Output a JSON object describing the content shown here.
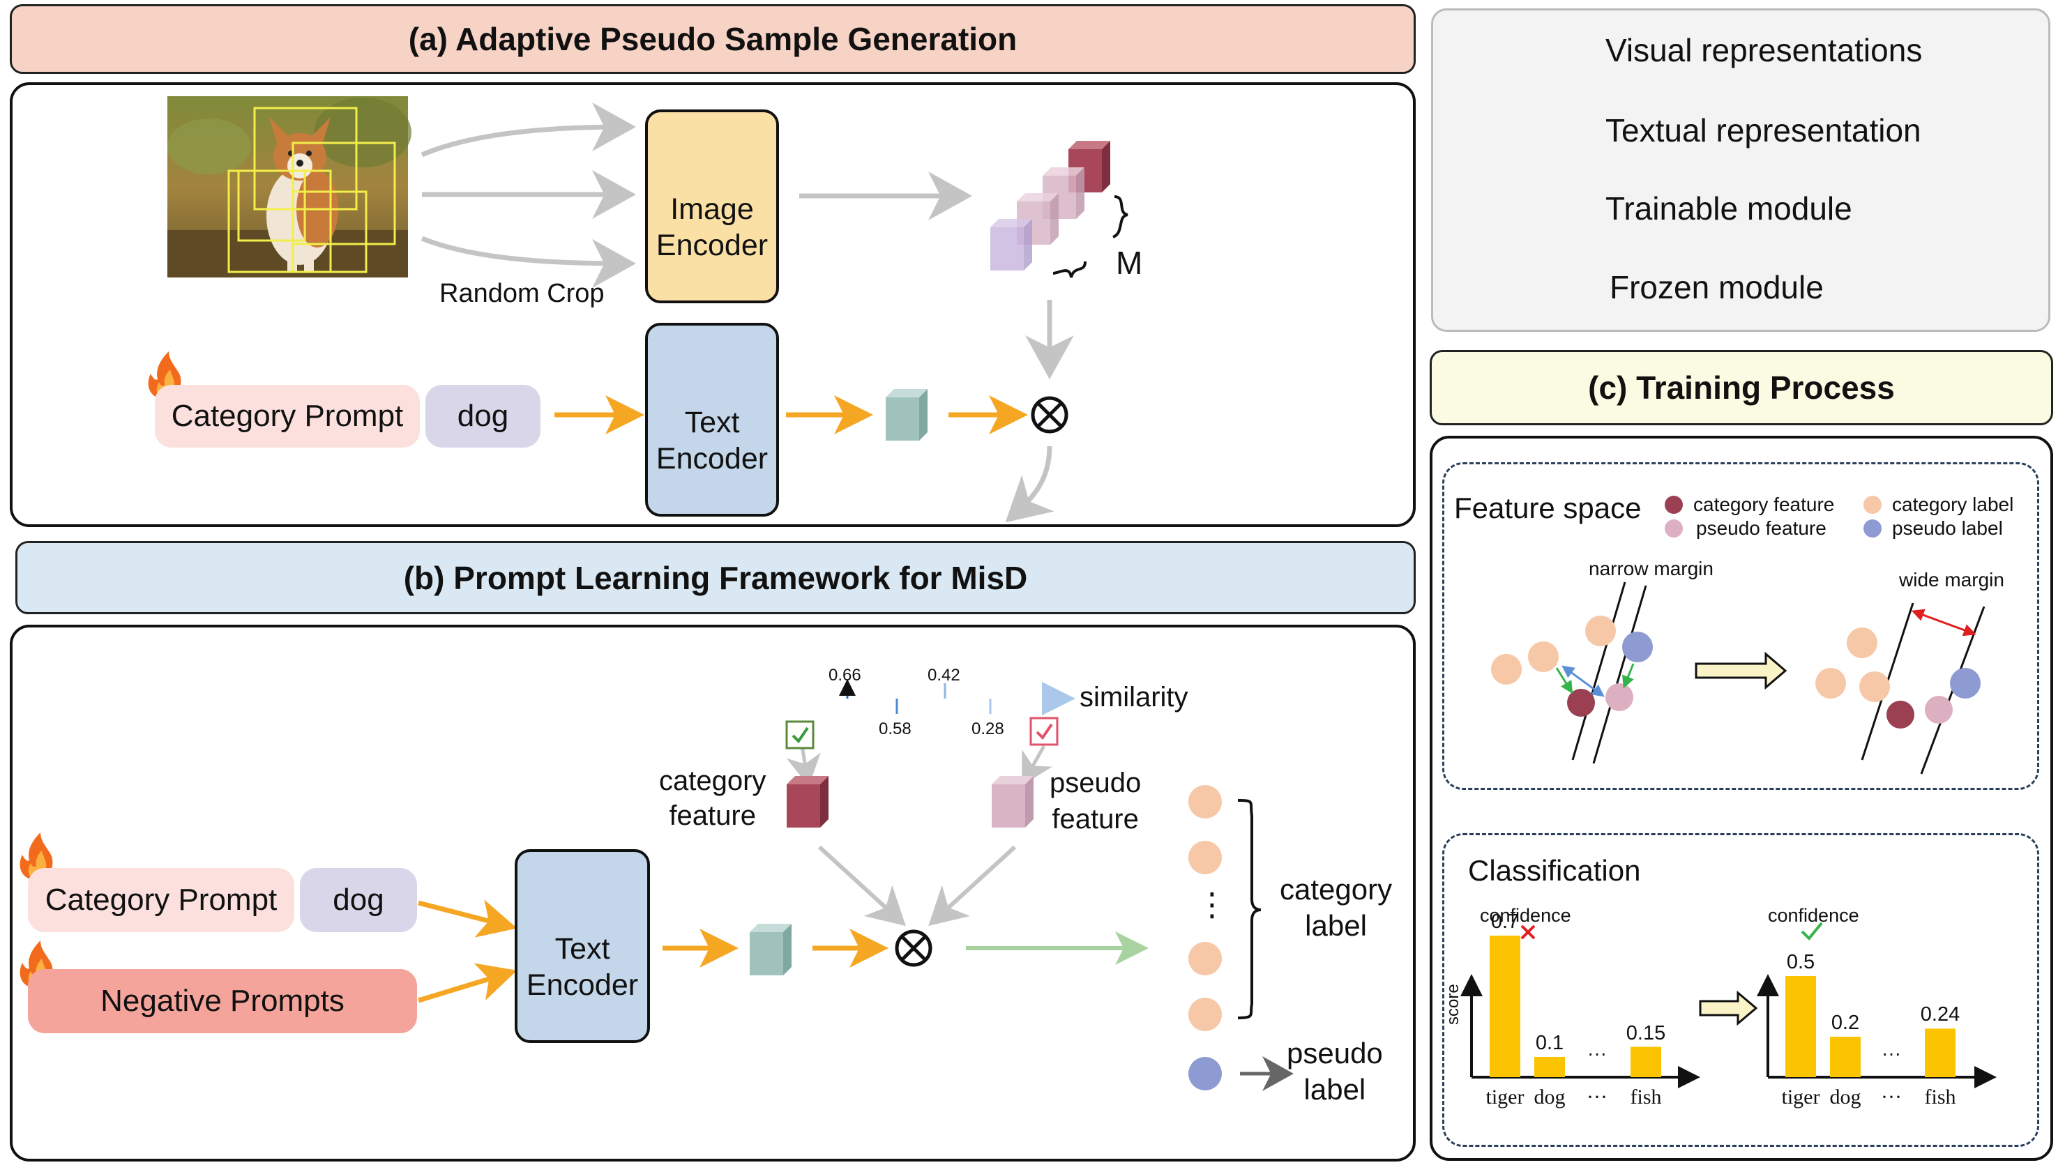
{
  "panel_a": {
    "title": "(a) Adaptive Pseudo Sample Generation",
    "random_crop": "Random Crop",
    "image_encoder": [
      "Image",
      "Encoder"
    ],
    "text_encoder": [
      "Text",
      "Encoder"
    ],
    "m_label": "M",
    "category_prompt": "Category Prompt",
    "class_word": "dog"
  },
  "panel_b": {
    "title": "(b) Prompt Learning Framework for MisD",
    "category_prompt": "Category Prompt",
    "class_word": "dog",
    "negative_prompts": "Negative Prompts",
    "text_encoder": [
      "Text",
      "Encoder"
    ],
    "category_feature": [
      "category",
      "feature"
    ],
    "pseudo_feature": [
      "pseudo",
      "feature"
    ],
    "similarity_label": "similarity",
    "similarity_values": [
      "0.66",
      "0.42",
      "0.58",
      "0.28"
    ],
    "category_label": [
      "category",
      "label"
    ],
    "pseudo_label": [
      "pseudo",
      "label"
    ],
    "dots": "⋮"
  },
  "legend": {
    "items": [
      {
        "icon": "visual-representation-icon",
        "label": "Visual representations"
      },
      {
        "icon": "textual-representation-icon",
        "label": "Textual representation"
      },
      {
        "icon": "fire-icon",
        "label": "Trainable module"
      },
      {
        "icon": "snowflake-icon",
        "label": "Frozen module"
      }
    ]
  },
  "panel_c": {
    "title": "(c) Training Process",
    "feature_space": {
      "title": "Feature space",
      "legend": [
        "category feature",
        "category label",
        "pseudo feature",
        "pseudo label"
      ],
      "narrow_margin": "narrow margin",
      "wide_margin": "wide margin"
    },
    "classification": {
      "title": "Classification",
      "confidence": "confidence",
      "score_axis": "score",
      "before": {
        "categories": [
          "tiger",
          "dog",
          "···",
          "fish"
        ],
        "values": [
          0.7,
          0.1,
          null,
          0.15
        ],
        "labels": [
          "0.7",
          "0.1",
          "···",
          "0.15"
        ]
      },
      "after": {
        "categories": [
          "tiger",
          "dog",
          "···",
          "fish"
        ],
        "values": [
          0.5,
          0.2,
          null,
          0.24
        ],
        "labels": [
          "0.5",
          "0.2",
          "···",
          "0.24"
        ]
      }
    }
  },
  "colors": {
    "panel_a_title_bg": "#f7d3c6",
    "panel_b_title_bg": "#d9e8f2",
    "panel_c_title_bg": "#fbfae2",
    "image_encoder": "#fbe0a5",
    "text_encoder": "#c3d6ea",
    "category_prompt": "#fbe0dd",
    "class_word": "#d9d6e9",
    "negative_prompts": "#f4a49b",
    "orange_arrow": "#f5a623",
    "category_feature": "#9b3f52",
    "pseudo_feature": "#d2a9bb",
    "category_label_dot": "#f6c8a8",
    "pseudo_label_dot": "#8d9bd2",
    "bar": "#fbc300"
  }
}
